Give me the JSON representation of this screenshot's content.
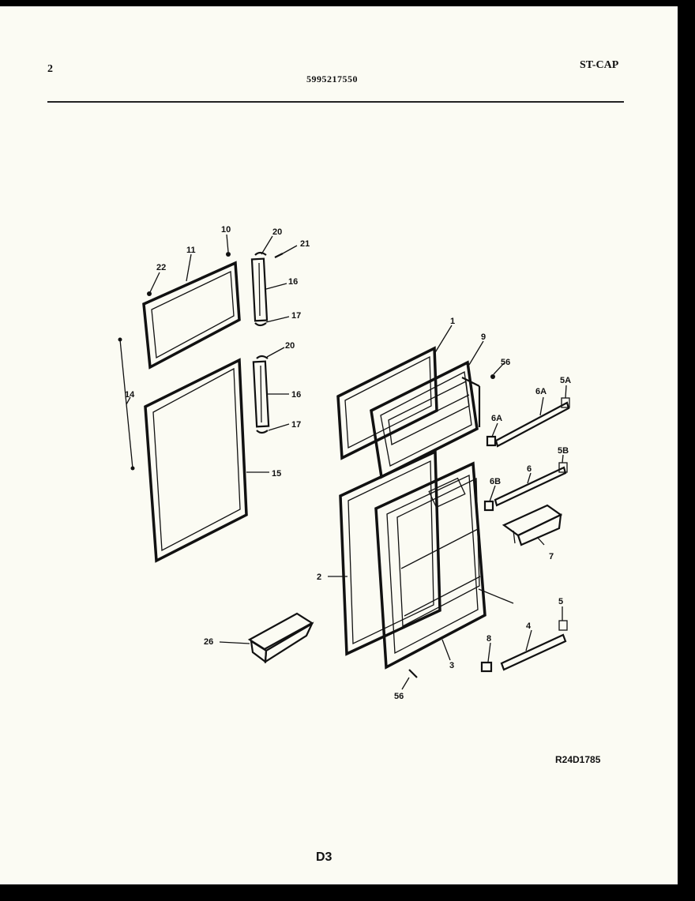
{
  "header": {
    "page_number": "2",
    "part_number": "5995217550",
    "model_code": "ST-CAP"
  },
  "footer": {
    "diagram_code": "R24D1785",
    "page_code": "D3"
  },
  "callouts": {
    "c1": "1",
    "c2": "2",
    "c3": "3",
    "c4": "4",
    "c5": "5",
    "c5A": "5A",
    "c5B": "5B",
    "c6": "6",
    "c6A": "6A",
    "c6B": "6B",
    "c7": "7",
    "c8": "8",
    "c9": "9",
    "c10": "10",
    "c11": "11",
    "c14": "14",
    "c15": "15",
    "c16a": "16",
    "c16b": "16",
    "c17a": "17",
    "c17b": "17",
    "c20a": "20",
    "c20b": "20",
    "c21": "21",
    "c22": "22",
    "c26": "26",
    "c56a": "56",
    "c56b": "56"
  },
  "colors": {
    "paper": "#fbfbf3",
    "ink": "#111111",
    "border": "#000000"
  }
}
